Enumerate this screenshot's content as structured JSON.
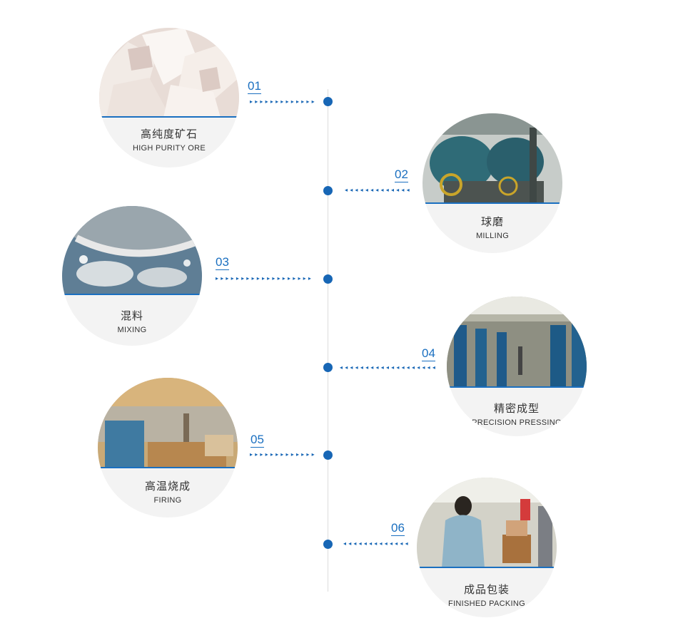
{
  "colors": {
    "accent": "#1766b5",
    "line": "#dcdcdc",
    "caption_bg": "#f3f3f3"
  },
  "steps": [
    {
      "num": "01",
      "cn": "高纯度矿石",
      "en": "HIGH PURITY ORE",
      "side": "left"
    },
    {
      "num": "02",
      "cn": "球磨",
      "en": "MILLING",
      "side": "right"
    },
    {
      "num": "03",
      "cn": "混料",
      "en": "MIXING",
      "side": "left"
    },
    {
      "num": "04",
      "cn": "精密成型",
      "en": "PRECISION PRESSING",
      "side": "right"
    },
    {
      "num": "05",
      "cn": "高温烧成",
      "en": "FIRING",
      "side": "left"
    },
    {
      "num": "06",
      "cn": "成品包装",
      "en": "FINISHED PACKING",
      "side": "right"
    }
  ]
}
